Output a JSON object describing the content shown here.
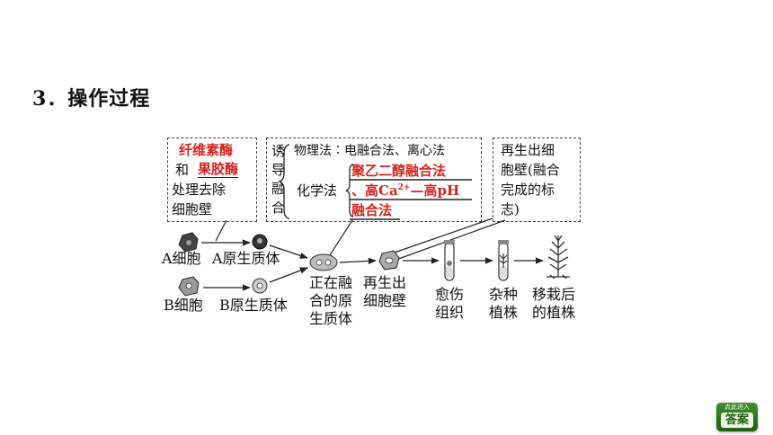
{
  "title": "3．操作过程",
  "enzyme_box": {
    "enzyme1": "纤维素酶",
    "and": "和",
    "enzyme2": "果胶酶",
    "line3": "处理去除",
    "line4": "细胞壁"
  },
  "fusion_box": {
    "induce_chars": [
      "诱",
      "导",
      "融",
      "合"
    ],
    "physical": "物理法∶电融合法、离心法",
    "chemical_label": "化学法",
    "chem1": "聚乙二醇融合法",
    "chem2_prefix": "、高Ca",
    "chem2_sup": "2+",
    "chem2_suffix": "—高pH",
    "chem3": "融合法"
  },
  "wall_box": {
    "lines": [
      "再生出细",
      "胞壁(融合",
      "完成的标",
      "志)"
    ]
  },
  "flow": {
    "a_cell": "A细胞",
    "a_proto": "A原生质体",
    "b_cell": "B细胞",
    "b_proto": "B原生质体",
    "fusing": [
      "正在融",
      "合的原",
      "生质体"
    ],
    "regen": [
      "再生出",
      "细胞壁"
    ],
    "callus": [
      "愈伤",
      "组织"
    ],
    "hybrid": [
      "杂种",
      "植株"
    ],
    "transplant": [
      "移栽后",
      "的植株"
    ]
  },
  "answer_button": {
    "top": "点此进入",
    "main": "答案"
  }
}
